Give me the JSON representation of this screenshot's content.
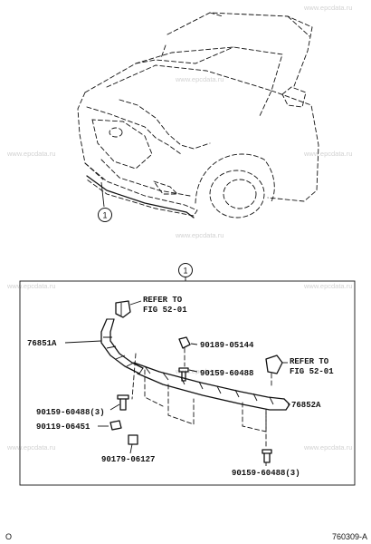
{
  "watermark": "www.epcdata.ru",
  "callout_number": "1",
  "callouts": {
    "refer_top_1": "REFER TO",
    "refer_top_2": "FIG 52-01",
    "refer_right_1": "REFER TO",
    "refer_right_2": "FIG 52-01"
  },
  "parts": {
    "p76851A": "76851A",
    "p76852A": "76852A",
    "p90189": "90189-05144",
    "p90159_right": "90159-60488",
    "p90159_left": "90159-60488(3)",
    "p90119": "90119-06451",
    "p90179": "90179-06127",
    "p90159_bottom": "90159-60488(3)"
  },
  "footer": {
    "left_mark": "O",
    "diagram_code": "760309-A"
  }
}
